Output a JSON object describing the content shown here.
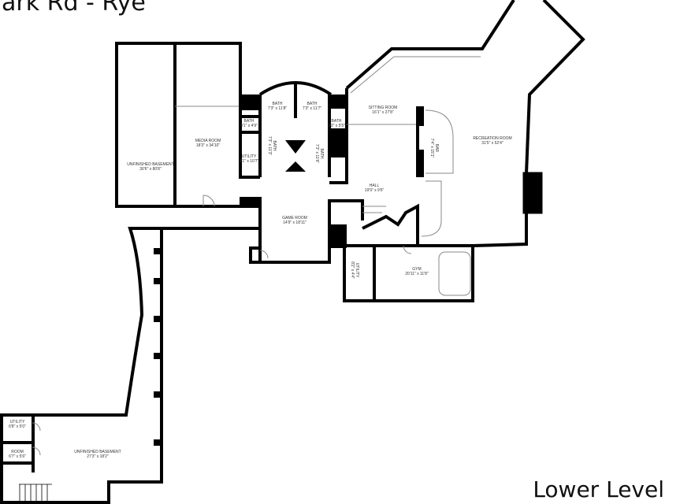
{
  "title": "ark Rd - Rye",
  "level": "Lower Level",
  "rooms": [
    {
      "name": "UNFINISHED BASEMENT",
      "dims": "30'6\" x 80'8\""
    },
    {
      "name": "MEDIA ROOM",
      "dims": "18'3\" x 34'10\""
    },
    {
      "name": "BATH",
      "dims": "7'3\" x 11'8\""
    },
    {
      "name": "BATH",
      "dims": "7'3\" x 11'7\""
    },
    {
      "name": "BATH",
      "dims": "4'1\" x 4'9\""
    },
    {
      "name": "BATH",
      "dims": "3'3\" x 5'5\""
    },
    {
      "name": "UTILITY",
      "dims": "4'1\" x 10'7\""
    },
    {
      "name": "BATH",
      "dims": "7'3\" x 11'3\""
    },
    {
      "name": "BATH",
      "dims": "7'3\" x 11'6\""
    },
    {
      "name": "SITTING ROOM",
      "dims": "16'1\" x 27'8\""
    },
    {
      "name": "BAR",
      "dims": "7'4\" x 15'1\""
    },
    {
      "name": "RECREATION ROOM",
      "dims": "31'5\" x 52'4\""
    },
    {
      "name": "HALL",
      "dims": "19'9\" x 9'6\""
    },
    {
      "name": "GAME ROOM",
      "dims": "14'9\" x 18'11\""
    },
    {
      "name": "GYM",
      "dims": "20'11\" x 11'8\""
    },
    {
      "name": "UTILITY",
      "dims": "8'2\" x 4'4\""
    },
    {
      "name": "UTILITY",
      "dims": "6'8\" x 5'0\""
    },
    {
      "name": "ROOM",
      "dims": "6'7\" x 5'6\""
    },
    {
      "name": "UNFINISHED BASEMENT",
      "dims": "27'3\" x 18'2\""
    }
  ]
}
